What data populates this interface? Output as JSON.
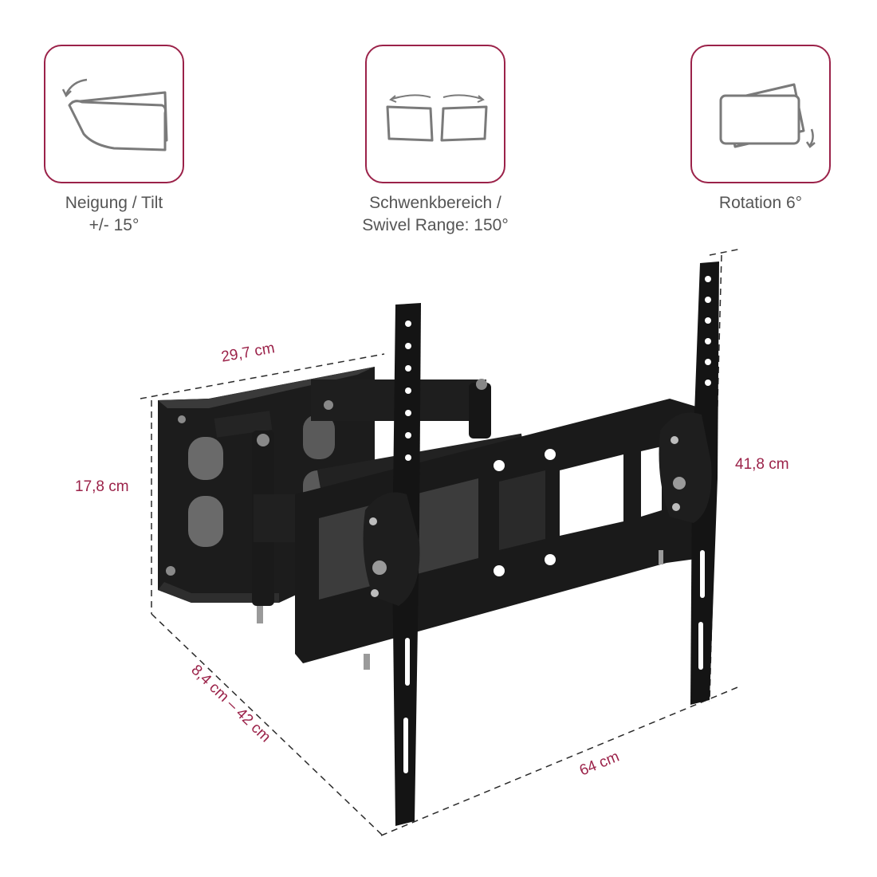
{
  "features": {
    "tilt": {
      "icon": "tilt-icon",
      "line1": "Neigung / Tilt",
      "line2": "+/- 15°"
    },
    "swivel": {
      "icon": "swivel-icon",
      "line1": "Schwenkbereich /",
      "line2": "Swivel Range: 150°"
    },
    "rotation": {
      "icon": "rotation-icon",
      "line1": "Rotation 6°"
    }
  },
  "dimensions": {
    "wall_plate_width": "29,7 cm",
    "wall_plate_height": "17,8 cm",
    "wall_distance": "8,4 cm – 42 cm",
    "tv_bracket_width": "64 cm",
    "tv_bracket_height": "41,8 cm"
  },
  "colors": {
    "accent": "#9b2249",
    "label_text": "#555555",
    "icon_stroke": "#7a7a7a",
    "mount_body": "#1c1c1c"
  }
}
